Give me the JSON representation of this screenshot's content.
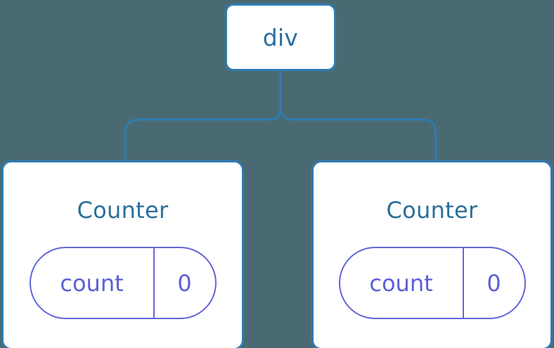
{
  "diagram": {
    "type": "component-tree",
    "background_color": "#4a6a73",
    "node_border_color": "#2d7cb5",
    "node_fill_color": "#ffffff",
    "connector_color": "#2d7cb5",
    "state_accent_color": "#6366d8",
    "root": {
      "label": "div",
      "text_color": "#2a6f9e"
    },
    "children": [
      {
        "label": "Counter",
        "text_color": "#2a7099",
        "state": {
          "key": "count",
          "value": "0"
        }
      },
      {
        "label": "Counter",
        "text_color": "#2a7099",
        "state": {
          "key": "count",
          "value": "0"
        }
      }
    ]
  }
}
